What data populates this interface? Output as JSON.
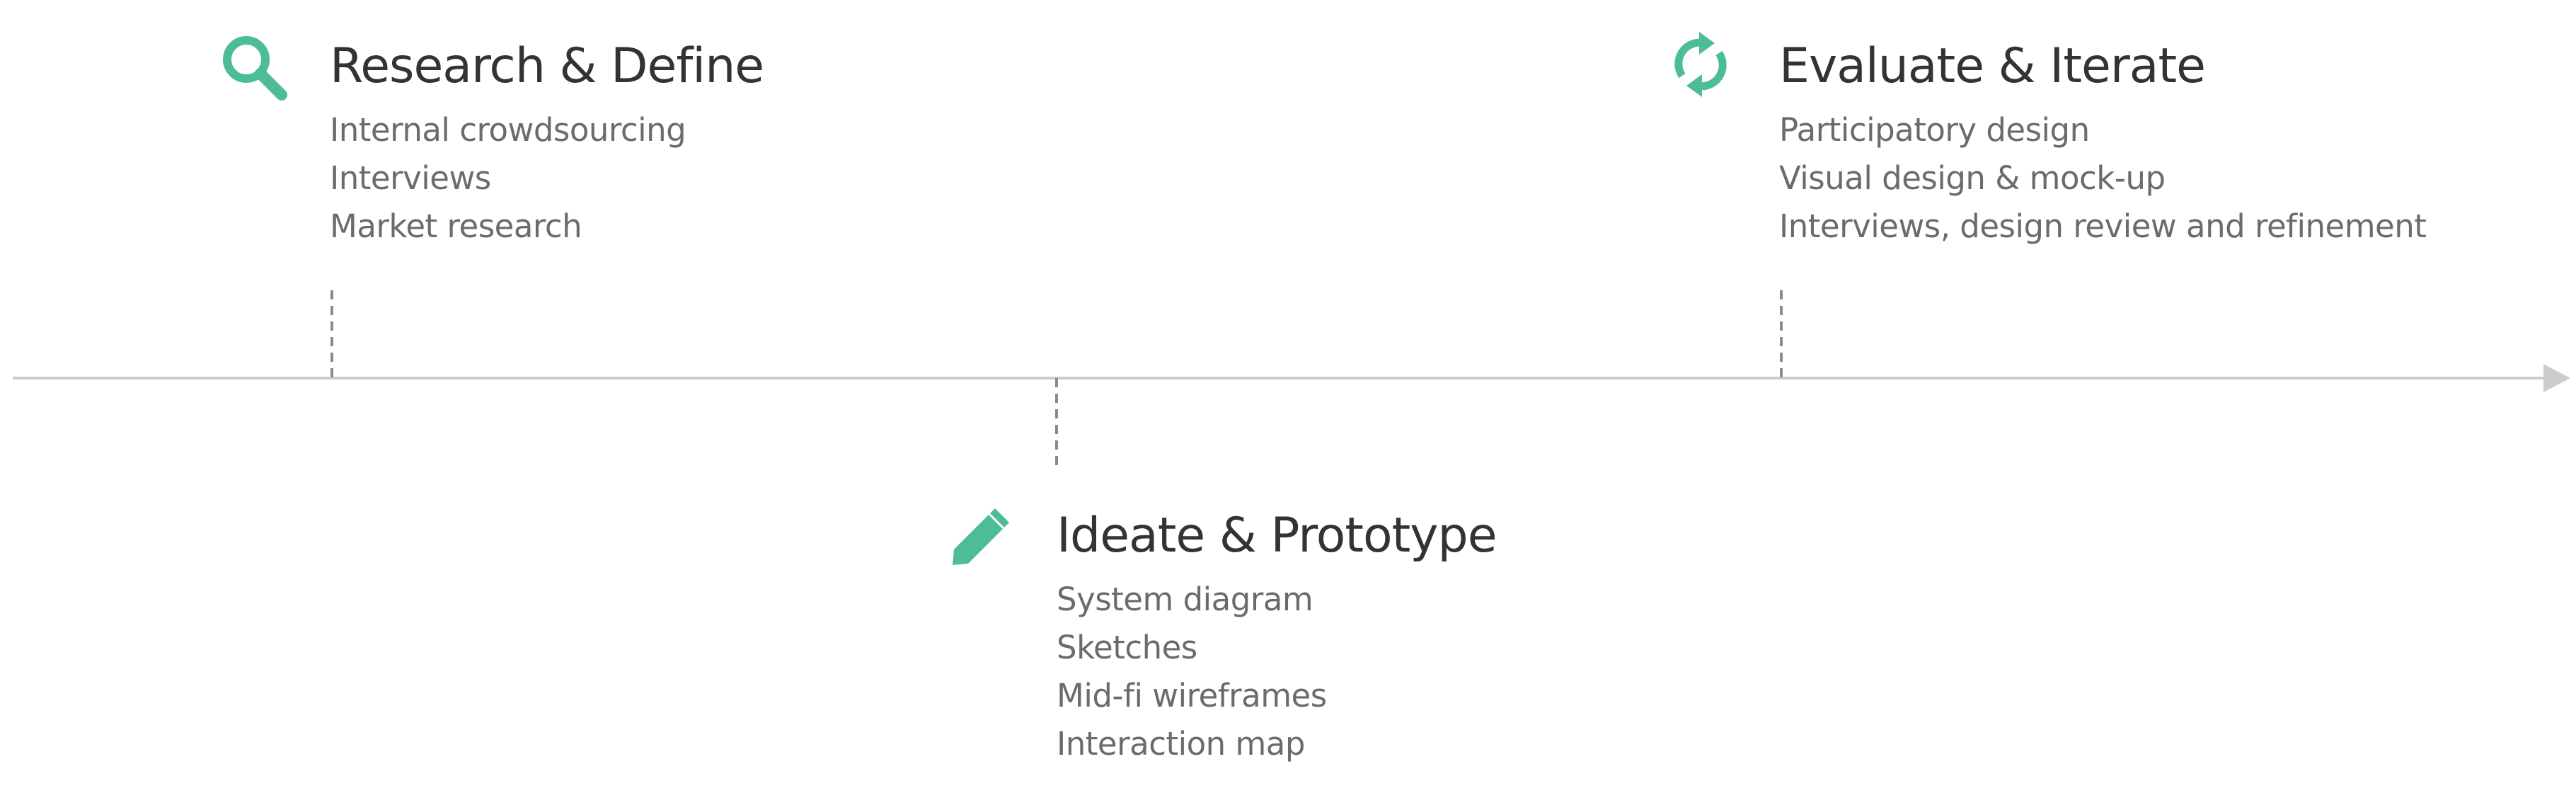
{
  "colors": {
    "accent": "#4dbd98",
    "axis": "#cccccc",
    "connector": "#8a8a8a",
    "title": "#333333",
    "item": "#6b6b6b"
  },
  "phases": [
    {
      "icon": "search-icon",
      "title": "Research & Define",
      "items": [
        "Internal crowdsourcing",
        "Interviews",
        "Market research"
      ]
    },
    {
      "icon": "pencil-icon",
      "title": "Ideate & Prototype",
      "items": [
        "System diagram",
        "Sketches",
        "Mid-fi wireframes",
        "Interaction map"
      ]
    },
    {
      "icon": "refresh-icon",
      "title": "Evaluate & Iterate",
      "items": [
        "Participatory design",
        "Visual design & mock-up",
        "Interviews, design review and refinement"
      ]
    }
  ]
}
